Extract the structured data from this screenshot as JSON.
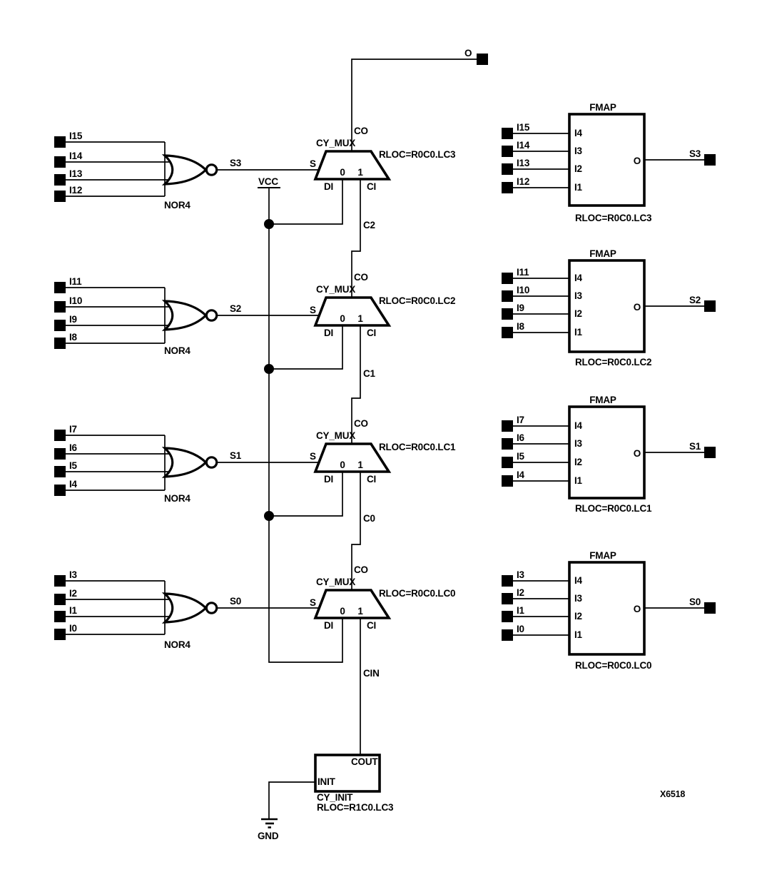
{
  "figure_id": "X6518",
  "top_output": {
    "label": "O"
  },
  "power": {
    "vcc": "VCC",
    "gnd": "GND"
  },
  "nor_gates": [
    {
      "type": "NOR4",
      "inputs": [
        "I15",
        "I14",
        "I13",
        "I12"
      ],
      "output": "S3"
    },
    {
      "type": "NOR4",
      "inputs": [
        "I11",
        "I10",
        "I9",
        "I8"
      ],
      "output": "S2"
    },
    {
      "type": "NOR4",
      "inputs": [
        "I7",
        "I6",
        "I5",
        "I4"
      ],
      "output": "S1"
    },
    {
      "type": "NOR4",
      "inputs": [
        "I3",
        "I2",
        "I1",
        "I0"
      ],
      "output": "S0"
    }
  ],
  "cy_muxes": [
    {
      "name": "CY_MUX",
      "rloc": "RLOC=R0C0.LC3",
      "carry_net": "C2",
      "pins": {
        "co": "CO",
        "s": "S",
        "sel0": "0",
        "sel1": "1",
        "di": "DI",
        "ci": "CI"
      }
    },
    {
      "name": "CY_MUX",
      "rloc": "RLOC=R0C0.LC2",
      "carry_net": "C1",
      "pins": {
        "co": "CO",
        "s": "S",
        "sel0": "0",
        "sel1": "1",
        "di": "DI",
        "ci": "CI"
      }
    },
    {
      "name": "CY_MUX",
      "rloc": "RLOC=R0C0.LC1",
      "carry_net": "C0",
      "pins": {
        "co": "CO",
        "s": "S",
        "sel0": "0",
        "sel1": "1",
        "di": "DI",
        "ci": "CI"
      }
    },
    {
      "name": "CY_MUX",
      "rloc": "RLOC=R0C0.LC0",
      "carry_net": "CIN",
      "pins": {
        "co": "CO",
        "s": "S",
        "sel0": "0",
        "sel1": "1",
        "di": "DI",
        "ci": "CI"
      }
    }
  ],
  "fmaps": [
    {
      "title": "FMAP",
      "rloc": "RLOC=R0C0.LC3",
      "out_pin": "O",
      "output": "S3",
      "pins": [
        "I4",
        "I3",
        "I2",
        "I1"
      ],
      "inputs": [
        "I15",
        "I14",
        "I13",
        "I12"
      ]
    },
    {
      "title": "FMAP",
      "rloc": "RLOC=R0C0.LC2",
      "out_pin": "O",
      "output": "S2",
      "pins": [
        "I4",
        "I3",
        "I2",
        "I1"
      ],
      "inputs": [
        "I11",
        "I10",
        "I9",
        "I8"
      ]
    },
    {
      "title": "FMAP",
      "rloc": "RLOC=R0C0.LC1",
      "out_pin": "O",
      "output": "S1",
      "pins": [
        "I4",
        "I3",
        "I2",
        "I1"
      ],
      "inputs": [
        "I7",
        "I6",
        "I5",
        "I4"
      ]
    },
    {
      "title": "FMAP",
      "rloc": "RLOC=R0C0.LC0",
      "out_pin": "O",
      "output": "S0",
      "pins": [
        "I4",
        "I3",
        "I2",
        "I1"
      ],
      "inputs": [
        "I3",
        "I2",
        "I1",
        "I0"
      ]
    }
  ],
  "cy_init": {
    "name": "CY_INIT",
    "rloc": "RLOC=R1C0.LC3",
    "pins": {
      "cout": "COUT",
      "init": "INIT"
    }
  }
}
